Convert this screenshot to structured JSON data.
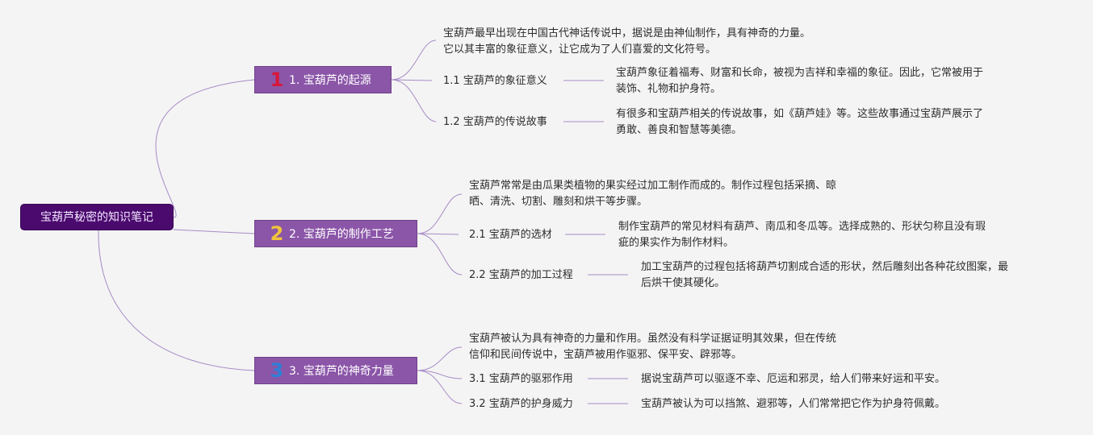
{
  "root": {
    "label": "宝葫芦秘密的知识笔记"
  },
  "colors": {
    "root_bg": "#4b0a6e",
    "branch_bg": "#8b56a8",
    "connector": "#a78bc7",
    "badge_1": "#d8183a",
    "badge_2": "#f0c43a",
    "badge_3": "#2f7fd6"
  },
  "branches": [
    {
      "badge": "1",
      "label": "1. 宝葫芦的起源",
      "description": [
        "宝葫芦最早出现在中国古代神话传说中，据说是由神仙制作，具有神奇的力量。",
        "它以其丰富的象征意义，让它成为了人们喜爱的文化符号。"
      ],
      "subtopics": [
        {
          "label": "1.1 宝葫芦的象征意义",
          "detail": [
            "宝葫芦象征着福寿、财富和长命，被视为吉祥和幸福的象征。因此，它常被用于",
            "装饰、礼物和护身符。"
          ]
        },
        {
          "label": "1.2 宝葫芦的传说故事",
          "detail": [
            "有很多和宝葫芦相关的传说故事，如《葫芦娃》等。这些故事通过宝葫芦展示了",
            "勇敢、善良和智慧等美德。"
          ]
        }
      ]
    },
    {
      "badge": "2",
      "label": "2. 宝葫芦的制作工艺",
      "description": [
        "宝葫芦常常是由瓜果类植物的果实经过加工制作而成的。制作过程包括采摘、晾",
        "晒、清洗、切割、雕刻和烘干等步骤。"
      ],
      "subtopics": [
        {
          "label": "2.1 宝葫芦的选材",
          "detail": [
            "制作宝葫芦的常见材料有葫芦、南瓜和冬瓜等。选择成熟的、形状匀称且没有瑕",
            "疵的果实作为制作材料。"
          ]
        },
        {
          "label": "2.2 宝葫芦的加工过程",
          "detail": [
            "加工宝葫芦的过程包括将葫芦切割成合适的形状，然后雕刻出各种花纹图案，最",
            "后烘干使其硬化。"
          ]
        }
      ]
    },
    {
      "badge": "3",
      "label": "3. 宝葫芦的神奇力量",
      "description": [
        "宝葫芦被认为具有神奇的力量和作用。虽然没有科学证据证明其效果，但在传统",
        "信仰和民间传说中，宝葫芦被用作驱邪、保平安、辟邪等。"
      ],
      "subtopics": [
        {
          "label": "3.1 宝葫芦的驱邪作用",
          "detail": [
            "据说宝葫芦可以驱逐不幸、厄运和邪灵，给人们带来好运和平安。"
          ]
        },
        {
          "label": "3.2 宝葫芦的护身威力",
          "detail": [
            "宝葫芦被认为可以挡煞、避邪等，人们常常把它作为护身符佩戴。"
          ]
        }
      ]
    }
  ]
}
